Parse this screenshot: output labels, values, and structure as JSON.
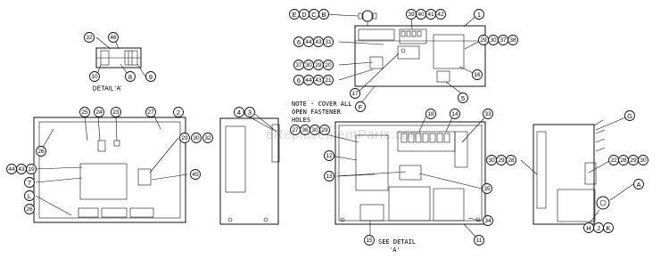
{
  "detail_label": "DETAIL 'A'",
  "note_lines": [
    "NOTE - COVER ALL",
    "OPEN FASTENER",
    "HOLES"
  ],
  "see_detail_lines": [
    "SEE DETAIL",
    "'A'"
  ],
  "watermark": "eReplacementParts.com",
  "callouts": [
    {
      "id": "c-e1",
      "text": "E"
    },
    {
      "id": "c-d",
      "text": "D"
    },
    {
      "id": "c-c",
      "text": "C"
    },
    {
      "id": "c-b",
      "text": "B"
    },
    {
      "id": "c-39",
      "text": "39"
    },
    {
      "id": "c-40",
      "text": "40"
    },
    {
      "id": "c-41",
      "text": "41"
    },
    {
      "id": "c-42",
      "text": "42"
    },
    {
      "id": "c-1",
      "text": "1"
    },
    {
      "id": "c-6a",
      "text": "6"
    },
    {
      "id": "c-44a",
      "text": "44"
    },
    {
      "id": "c-43a",
      "text": "43"
    },
    {
      "id": "c-31",
      "text": "31"
    },
    {
      "id": "c-29a",
      "text": "29"
    },
    {
      "id": "c-30a",
      "text": "30"
    },
    {
      "id": "c-37a",
      "text": "37"
    },
    {
      "id": "c-38",
      "text": "38"
    },
    {
      "id": "c-37b",
      "text": "37"
    },
    {
      "id": "c-30b",
      "text": "30"
    },
    {
      "id": "c-29b",
      "text": "29"
    },
    {
      "id": "c-20",
      "text": "20"
    },
    {
      "id": "c-16",
      "text": "16"
    },
    {
      "id": "c-6b",
      "text": "6"
    },
    {
      "id": "c-44b",
      "text": "44"
    },
    {
      "id": "c-43b",
      "text": "43"
    },
    {
      "id": "c-21",
      "text": "21"
    },
    {
      "id": "c-17",
      "text": "17"
    },
    {
      "id": "c-5",
      "text": "5"
    },
    {
      "id": "c-f",
      "text": "F"
    },
    {
      "id": "c-32",
      "text": "32"
    },
    {
      "id": "c-46",
      "text": "46"
    },
    {
      "id": "c-10",
      "text": "10"
    },
    {
      "id": "c-8",
      "text": "8"
    },
    {
      "id": "c-9",
      "text": "9"
    },
    {
      "id": "c-25",
      "text": "25"
    },
    {
      "id": "c-24",
      "text": "24"
    },
    {
      "id": "c-23",
      "text": "23"
    },
    {
      "id": "c-27",
      "text": "27"
    },
    {
      "id": "c-2",
      "text": "2"
    },
    {
      "id": "c-26a",
      "text": "26"
    },
    {
      "id": "c-29c",
      "text": "29"
    },
    {
      "id": "c-30c",
      "text": "30"
    },
    {
      "id": "c-32b",
      "text": "32"
    },
    {
      "id": "c-44c",
      "text": "44"
    },
    {
      "id": "c-43c",
      "text": "43"
    },
    {
      "id": "c-19",
      "text": "19"
    },
    {
      "id": "c-7",
      "text": "7"
    },
    {
      "id": "c-45",
      "text": "45"
    },
    {
      "id": "c-l",
      "text": "L"
    },
    {
      "id": "c-26b",
      "text": "26"
    },
    {
      "id": "c-4",
      "text": "4"
    },
    {
      "id": "c-3",
      "text": "3"
    },
    {
      "id": "c-18",
      "text": "18"
    },
    {
      "id": "c-14",
      "text": "14"
    },
    {
      "id": "c-33",
      "text": "33"
    },
    {
      "id": "c-27b",
      "text": "27"
    },
    {
      "id": "c-36",
      "text": "36"
    },
    {
      "id": "c-30d",
      "text": "30"
    },
    {
      "id": "c-29d",
      "text": "29"
    },
    {
      "id": "c-12",
      "text": "12"
    },
    {
      "id": "c-13",
      "text": "13"
    },
    {
      "id": "c-35",
      "text": "35"
    },
    {
      "id": "c-34",
      "text": "34"
    },
    {
      "id": "c-15",
      "text": "15"
    },
    {
      "id": "c-11",
      "text": "11"
    },
    {
      "id": "c-g",
      "text": "G"
    },
    {
      "id": "c-30e",
      "text": "30"
    },
    {
      "id": "c-29e",
      "text": "29"
    },
    {
      "id": "c-28",
      "text": "28"
    },
    {
      "id": "c-22",
      "text": "22"
    },
    {
      "id": "c-28b",
      "text": "28"
    },
    {
      "id": "c-29f",
      "text": "29"
    },
    {
      "id": "c-30f",
      "text": "30"
    },
    {
      "id": "c-a",
      "text": "A"
    },
    {
      "id": "c-h",
      "text": "H"
    },
    {
      "id": "c-j",
      "text": "J"
    },
    {
      "id": "c-k",
      "text": "K"
    }
  ]
}
